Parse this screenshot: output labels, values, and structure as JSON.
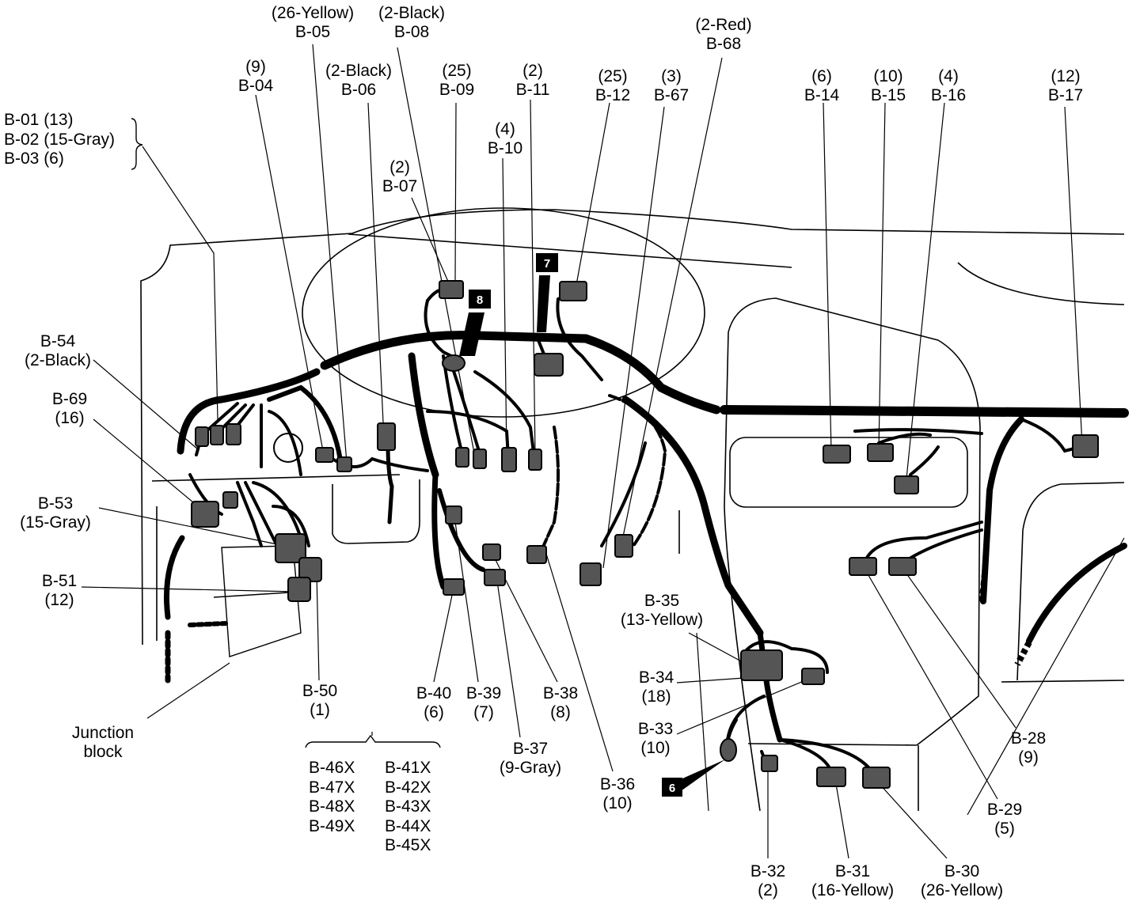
{
  "diagram": {
    "labels": {
      "b05": {
        "spec": "(26-Yellow)",
        "code": "B-05"
      },
      "b08": {
        "spec": "(2-Black)",
        "code": "B-08"
      },
      "b68": {
        "spec": "(2-Red)",
        "code": "B-68"
      },
      "b04": {
        "spec": "(9)",
        "code": "B-04"
      },
      "b06": {
        "spec": "(2-Black)",
        "code": "B-06"
      },
      "b09": {
        "spec": "(25)",
        "code": "B-09"
      },
      "b11": {
        "spec": "(2)",
        "code": "B-11"
      },
      "b12": {
        "spec": "(25)",
        "code": "B-12"
      },
      "b67": {
        "spec": "(3)",
        "code": "B-67"
      },
      "b14": {
        "spec": "(6)",
        "code": "B-14"
      },
      "b15": {
        "spec": "(10)",
        "code": "B-15"
      },
      "b16": {
        "spec": "(4)",
        "code": "B-16"
      },
      "b17": {
        "spec": "(12)",
        "code": "B-17"
      },
      "b10": {
        "spec": "(4)",
        "code": "B-10"
      },
      "b07": {
        "spec": "(2)",
        "code": "B-07"
      },
      "b54": {
        "code": "B-54",
        "spec": "(2-Black)"
      },
      "b69": {
        "code": "B-69",
        "spec": "(16)"
      },
      "b53": {
        "code": "B-53",
        "spec": "(15-Gray)"
      },
      "b51": {
        "code": "B-51",
        "spec": "(12)"
      },
      "b50": {
        "code": "B-50",
        "spec": "(1)"
      },
      "b40": {
        "code": "B-40",
        "spec": "(6)"
      },
      "b39": {
        "code": "B-39",
        "spec": "(7)"
      },
      "b38": {
        "code": "B-38",
        "spec": "(8)"
      },
      "b37": {
        "code": "B-37",
        "spec": "(9-Gray)"
      },
      "b36": {
        "code": "B-36",
        "spec": "(10)"
      },
      "b35": {
        "code": "B-35",
        "spec": "(13-Yellow)"
      },
      "b34": {
        "code": "B-34",
        "spec": "(18)"
      },
      "b33": {
        "code": "B-33",
        "spec": "(10)"
      },
      "b32": {
        "code": "B-32",
        "spec": "(2)"
      },
      "b31": {
        "code": "B-31",
        "spec": "(16-Yellow)"
      },
      "b30": {
        "code": "B-30",
        "spec": "(26-Yellow)"
      },
      "b29": {
        "code": "B-29",
        "spec": "(5)"
      },
      "b28": {
        "code": "B-28",
        "spec": "(9)"
      }
    },
    "group_b01_b03": [
      "B-01 (13)",
      "B-02 (15-Gray)",
      "B-03 (6)"
    ],
    "junction_block": [
      "Junction",
      "block"
    ],
    "group_x_left": [
      "B-46X",
      "B-47X",
      "B-48X",
      "B-49X"
    ],
    "group_x_right": [
      "B-41X",
      "B-42X",
      "B-43X",
      "B-44X",
      "B-45X"
    ],
    "callouts": {
      "c6": "6",
      "c7": "7",
      "c8": "8"
    }
  }
}
